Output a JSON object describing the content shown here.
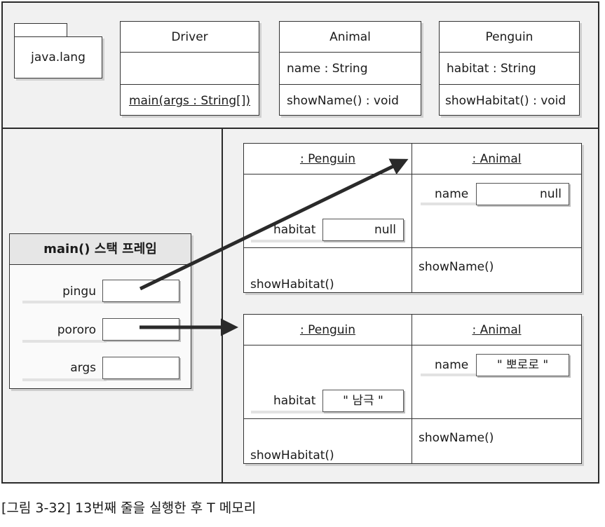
{
  "package": {
    "label": "java.lang"
  },
  "classes": [
    {
      "name": "Driver",
      "attribute": "",
      "operation": "main(args : String[])"
    },
    {
      "name": "Animal",
      "attribute": "name : String",
      "operation": "showName() : void"
    },
    {
      "name": "Penguin",
      "attribute": "habitat : String",
      "operation": "showHabitat() : void"
    }
  ],
  "stack_frame": {
    "title": "main() 스택 프레임",
    "variables": [
      {
        "name": "pingu"
      },
      {
        "name": "pororo"
      },
      {
        "name": "args"
      }
    ]
  },
  "objects": [
    {
      "left_header": ": Penguin",
      "right_header": ": Animal",
      "habitat_label": "habitat",
      "habitat_value": "null",
      "name_label": "name",
      "name_value": "null",
      "left_method": "showHabitat()",
      "right_method": "showName()"
    },
    {
      "left_header": ": Penguin",
      "right_header": ": Animal",
      "habitat_label": "habitat",
      "habitat_value": "\" 남극 \"",
      "name_label": "name",
      "name_value": "\" 뽀로로 \"",
      "left_method": "showHabitat()",
      "right_method": "showName()"
    }
  ],
  "caption": "[그림 3-32] 13번째 줄을 실행한 후 T 메모리",
  "colors": {
    "frame_bg": "#f1f1f1",
    "border": "#2b2b2b",
    "arrow": "#2a2a2a"
  }
}
